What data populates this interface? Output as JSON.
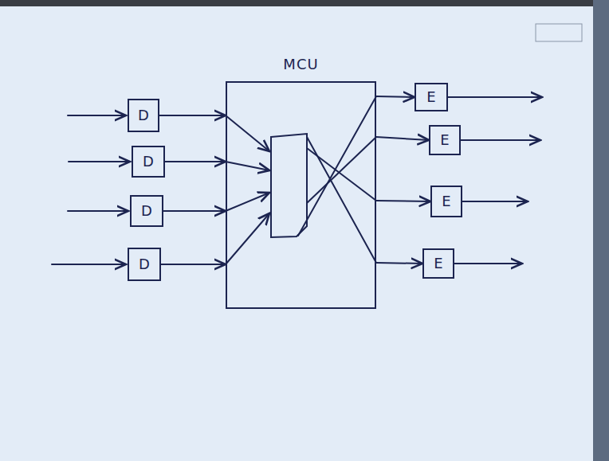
{
  "diagram": {
    "nodes": [
      {
        "text": [
          "D"
        ]
      },
      {
        "text": [
          "D"
        ]
      },
      {
        "text": [
          "D"
        ]
      },
      {
        "text": [
          "D"
        ]
      },
      {
        "text": [
          "MCU"
        ]
      },
      {
        "text": [
          "E"
        ]
      },
      {
        "text": [
          "E"
        ]
      },
      {
        "text": [
          "E"
        ]
      },
      {
        "text": [
          "E"
        ]
      }
    ],
    "edges": [
      {
        "from": 0,
        "to": 4,
        "arrow": "to"
      },
      {
        "from": 1,
        "to": 4,
        "arrow": "to"
      },
      {
        "from": 2,
        "to": 4,
        "arrow": "to"
      },
      {
        "from": 3,
        "to": 4,
        "arrow": "to"
      },
      {
        "from": 4,
        "to": 5,
        "arrow": "to"
      },
      {
        "from": 4,
        "to": 6,
        "arrow": "to"
      },
      {
        "from": 4,
        "to": 7,
        "arrow": "to"
      },
      {
        "from": 4,
        "to": 8,
        "arrow": "to"
      }
    ]
  }
}
